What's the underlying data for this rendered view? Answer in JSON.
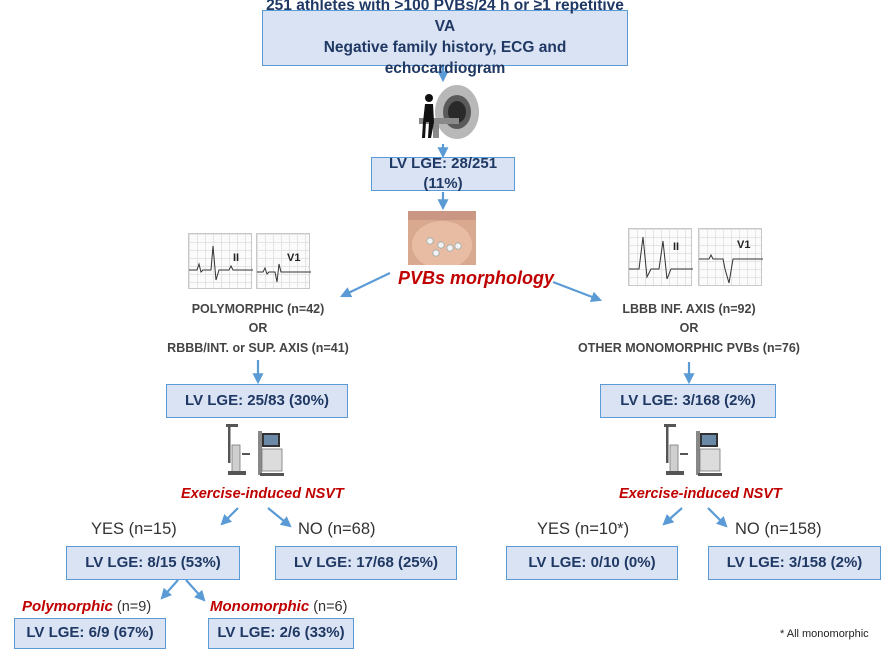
{
  "top": {
    "line1": "251 athletes with >100 PVBs/24 h or ≥1 repetitive VA",
    "line2": "Negative family history, ECG and echocardiogram"
  },
  "lge_all": "LV LGE: 28/251 (11%)",
  "pvb_morphology": "PVBs morphology",
  "left": {
    "ecg_leads": [
      "II",
      "V1"
    ],
    "line1": "POLYMORPHIC (n=42)",
    "line2": "OR",
    "line3": "RBBB/INT. or SUP. AXIS (n=41)",
    "lge": "LV LGE: 25/83 (30%)",
    "exercise": "Exercise-induced NSVT",
    "yes": "YES (n=15)",
    "no": "NO (n=68)",
    "yes_lge": "LV LGE: 8/15 (53%)",
    "no_lge": "LV LGE: 17/68 (25%)",
    "poly_label": "Polymorphic",
    "poly_n": "(n=9)",
    "mono_label": "Monomorphic",
    "mono_n": "(n=6)",
    "poly_lge": "LV LGE: 6/9 (67%)",
    "mono_lge": "LV LGE: 2/6 (33%)"
  },
  "right": {
    "ecg_leads": [
      "II",
      "V1"
    ],
    "line1": "LBBB INF. AXIS (n=92)",
    "line2": "OR",
    "line3": "OTHER MONOMORPHIC PVBs (n=76)",
    "lge": "LV LGE: 3/168 (2%)",
    "exercise": "Exercise-induced NSVT",
    "yes": "YES (n=10*)",
    "no": "NO (n=158)",
    "yes_lge": "LV LGE: 0/10 (0%)",
    "no_lge": "LV LGE: 3/158 (2%)"
  },
  "footnote": "* All monomorphic",
  "colors": {
    "box_fill": "#dae3f3",
    "box_border": "#5b9bd5",
    "box_text": "#1f3864",
    "arrow": "#5b9bd5",
    "highlight_red": "#c00000"
  }
}
